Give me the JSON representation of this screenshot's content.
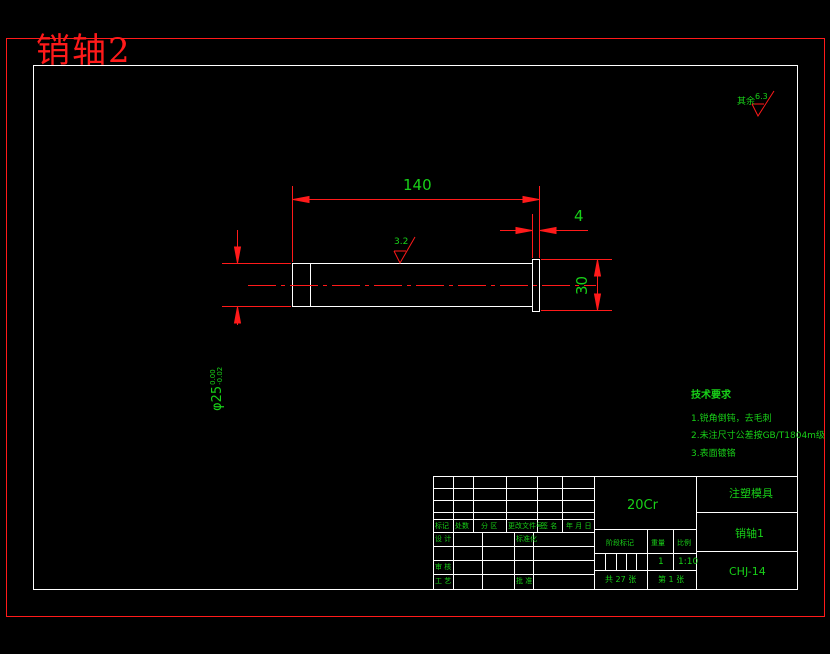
{
  "heading": "销轴2",
  "surface_finish": {
    "text": "其余",
    "value": "6.3"
  },
  "dimensions": {
    "length": "140",
    "collar": "4",
    "collar_dia": "30",
    "pin_finish": "3.2",
    "pin_dia_main": "φ25",
    "pin_dia_tol_upper": "0.00",
    "pin_dia_tol_lower": "-0.02"
  },
  "requirements": {
    "title": "技术要求",
    "items": [
      "1.锐角倒钝，去毛刺",
      "2.未注尺寸公差按GB/T1804m级",
      "3.表面镀铬"
    ]
  },
  "title_block": {
    "material": "20Cr",
    "product_name": "注塑模具",
    "part_name": "销轴1",
    "drawing_no": "CHJ-14",
    "row_labels": [
      "标记",
      "处数",
      "分 区",
      "更改文件号",
      "签 名",
      "年 月 日"
    ],
    "design_labels": [
      "设 计",
      "标准化",
      "审 核",
      "工 艺",
      "批 准"
    ],
    "stage_label": "阶段标记",
    "weight_label": "重量",
    "scale_label": "比例",
    "quantity": "1",
    "scale": "1:10",
    "sheets_total": "共 27 张",
    "sheet_no": "第 1 张"
  },
  "colors": {
    "background": "#000000",
    "border": "#ff1a1a",
    "frame": "#ffffff",
    "dimension": "#ff1a1a",
    "annotation": "#18d018"
  }
}
